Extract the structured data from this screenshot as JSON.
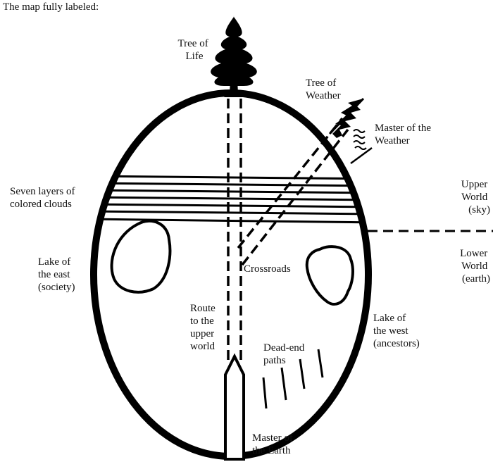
{
  "header": "The map fully labeled:",
  "labels": {
    "tree_of_life": [
      "Tree of",
      "Life"
    ],
    "tree_of_weather": [
      "Tree of",
      "Weather"
    ],
    "master_of_weather": [
      "Master of the",
      "Weather"
    ],
    "seven_layers": [
      "Seven layers of",
      "colored clouds"
    ],
    "upper_world": [
      "Upper",
      "World",
      "(sky)"
    ],
    "lower_world": [
      "Lower",
      "World",
      "(earth)"
    ],
    "lake_east": [
      "Lake of",
      "the east",
      "(society)"
    ],
    "crossroads": [
      "Crossroads"
    ],
    "route": [
      "Route",
      "to the",
      "upper",
      "world"
    ],
    "lake_west": [
      "Lake of",
      "the west",
      "(ancestors)"
    ],
    "dead_end": [
      "Dead-end",
      "paths"
    ],
    "master_of_earth": [
      "Master of",
      "the Earth"
    ]
  },
  "colors": {
    "ink": "#000000",
    "background": "#ffffff"
  }
}
